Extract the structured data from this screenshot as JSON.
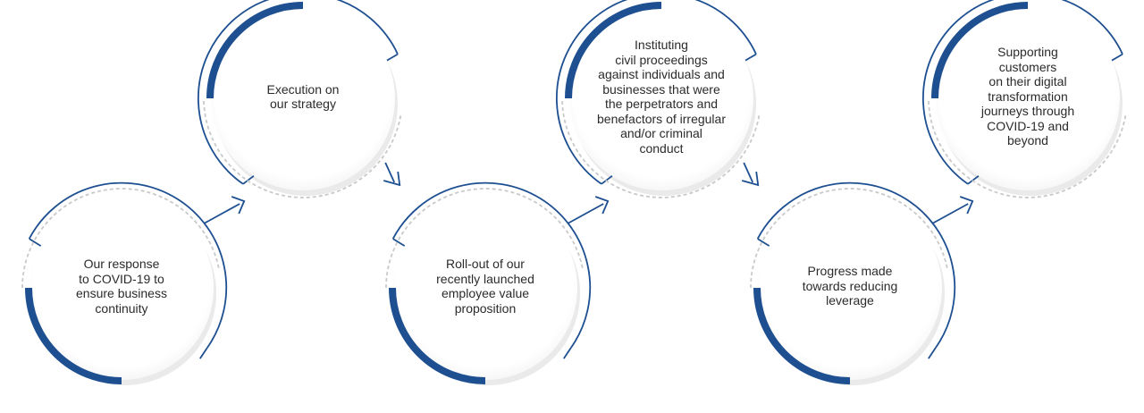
{
  "colors": {
    "accent": "#1d4f91",
    "dashed_ring": "#c9c9c9",
    "text": "#2b2b2b",
    "shadow": "#d9d9d9"
  },
  "steps": [
    {
      "label": "Our response\nto COVID-19 to\nensure business\ncontinuity"
    },
    {
      "label": "Execution on\nour strategy"
    },
    {
      "label": "Roll-out of our\nrecently launched\nemployee value\nproposition"
    },
    {
      "label": "Instituting\ncivil proceedings\nagainst individuals and\nbusinesses that were\nthe perpetrators and\nbenefactors of irregular\nand/or criminal\nconduct"
    },
    {
      "label": "Progress made\ntowards reducing\nleverage"
    },
    {
      "label": "Supporting\ncustomers\non their digital\ntransformation\njourneys through\nCOVID-19 and\nbeyond"
    }
  ]
}
